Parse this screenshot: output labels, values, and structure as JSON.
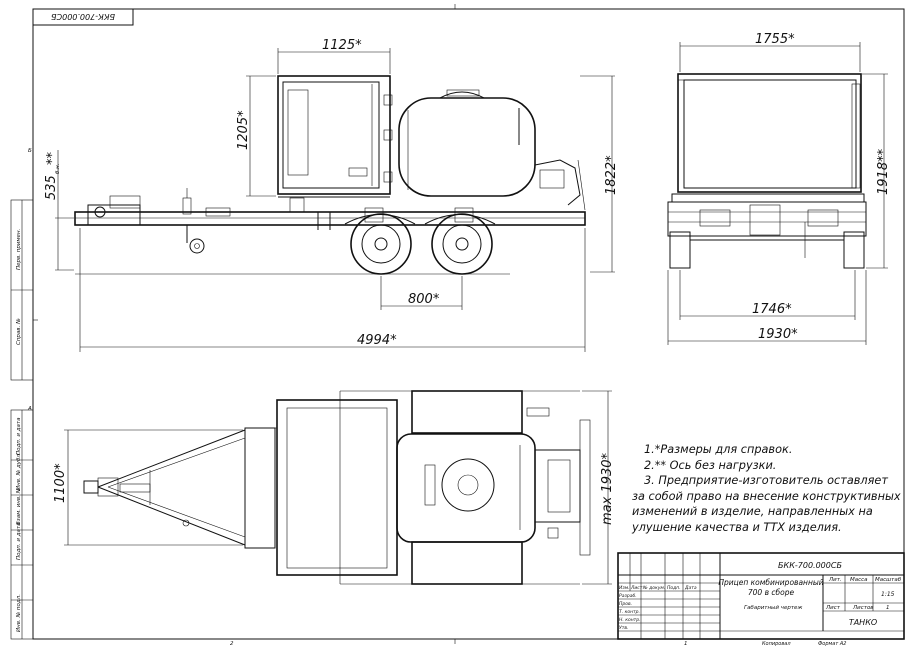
{
  "stamp_code": "БКК-700.000СБ",
  "dimensions": {
    "side_cabin_width": "1125*",
    "side_cabin_height": "1205*",
    "side_hitch_height": "535",
    "side_hitch_height_sub": "б.н.",
    "side_hitch_height_mark": "**",
    "side_total_height": "1822*",
    "side_axle_base": "800*",
    "side_total_length": "4994*",
    "rear_top_width": "1755*",
    "rear_total_height": "1918**",
    "rear_track": "1746*",
    "rear_total_width": "1930*",
    "plan_width": "1100*",
    "plan_max_width": "max 1930*"
  },
  "notes": [
    "1.*Размеры для справок.",
    "2.** Ось без нагрузки.",
    "3. Предприятие-изготовитель оставляет",
    "за собой право на внесение конструктивных",
    "изменений в изделие, направленных на",
    "улушение качества и ТТХ изделия."
  ],
  "title_block": {
    "doc_code": "БКК-700.000СБ",
    "title_line1": "Прицеп комбинированный",
    "title_line2": "700 в сборе",
    "subtitle": "Габаритный чертеж",
    "col_lit": "Лит.",
    "col_mass": "Масса",
    "col_scale": "Масштаб",
    "scale_value": "1:15",
    "sheet_label": "Лист",
    "sheets_label": "Листов",
    "sheets_value": "1",
    "company": "ТАНКО",
    "rows_left": [
      "Изм.",
      "Лист",
      "№ докум.",
      "Подп.",
      "Дата"
    ],
    "roles": [
      "Разраб.",
      "Пров.",
      "Т. контр.",
      "Н. контр.",
      "Утв."
    ],
    "footer_copied": "Копировал",
    "footer_format": "Формат А2"
  },
  "side_strip": [
    "Перв. примен.",
    "Справ. №",
    "Подп. и дата",
    "Инв. № дубл.",
    "Взам. инв. №",
    "Подп. и дата",
    "Инв. № подл."
  ],
  "zone_letters": [
    "Б",
    "А"
  ],
  "zone_numbers": [
    "2",
    "1"
  ]
}
